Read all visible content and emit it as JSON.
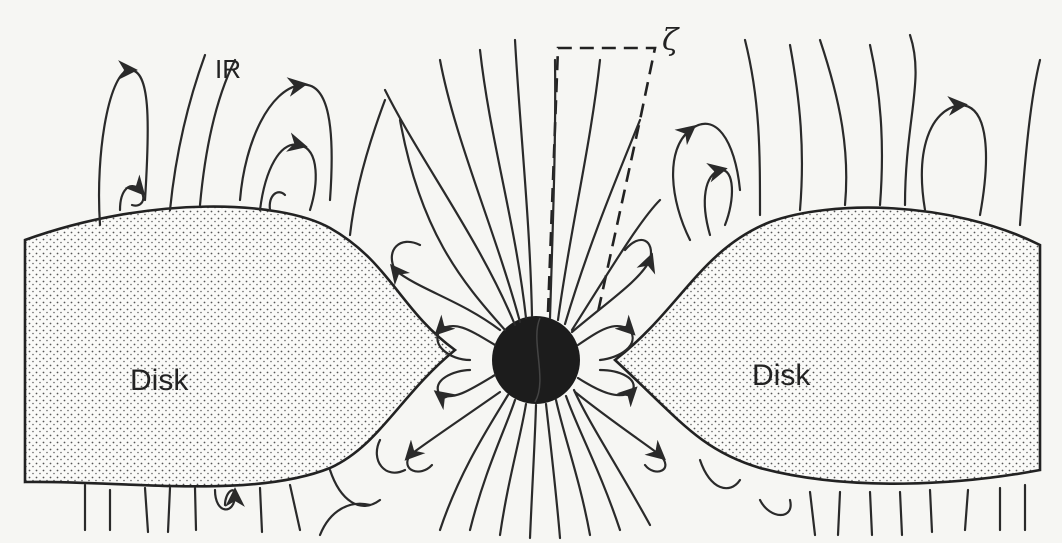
{
  "figure": {
    "labels": {
      "left_disk": "Disk",
      "right_disk": "Disk",
      "ir": "IR",
      "zeta": "ζ"
    },
    "colors": {
      "background": "#f6f6f3",
      "disk_fill": "#d9d9d4",
      "ink": "#222222"
    }
  }
}
